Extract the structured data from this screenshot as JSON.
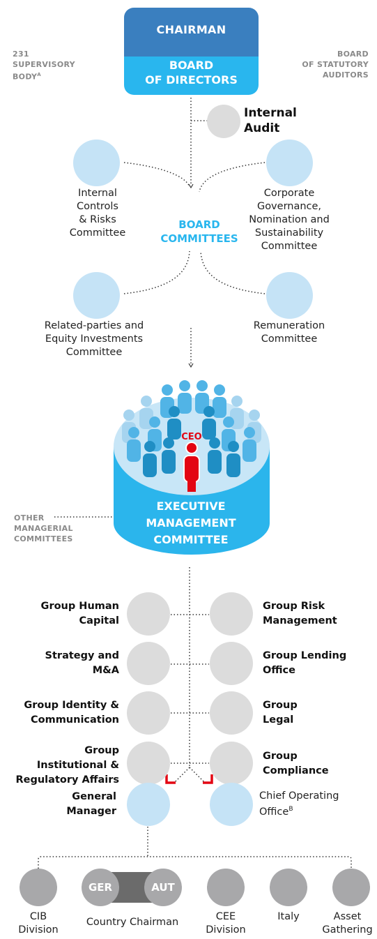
{
  "top": {
    "chairman": "CHAIRMAN",
    "board_of_directors": "BOARD\nOF DIRECTORS",
    "supervisory_body": "231\nSUPERVISORY\nBODY",
    "supervisory_body_sup": "A",
    "statutory_auditors": "BOARD\nOF STATUTORY\nAUDITORS"
  },
  "internal_audit": "Internal\nAudit",
  "board_committees": {
    "title": "BOARD\nCOMMITTEES",
    "internal_controls": "Internal\nControls\n& Risks\nCommittee",
    "corporate_governance": "Corporate\nGovernance,\nNomination and\nSustainability\nCommittee",
    "related_parties": "Related-parties and\nEquity Investments\nCommittee",
    "remuneration": "Remuneration\nCommittee"
  },
  "executive": {
    "ceo": "CEO",
    "title": "EXECUTIVE\nMANAGEMENT\nCOMMITTEE",
    "other_committees": "OTHER\nMANAGERIAL\nCOMMITTEES"
  },
  "functions_left": [
    "Group Human\nCapital",
    "Strategy and\nM&A",
    "Group Identity &\nCommunication",
    "Group\nInstitutional &\nRegulatory Affairs"
  ],
  "functions_right": [
    "Group Risk\nManagement",
    "Group Lending\nOffice",
    "Group\nLegal",
    "Group\nCompliance"
  ],
  "general_manager": "General\nManager",
  "coo": "Chief Operating\nOffice",
  "coo_sup": "B",
  "divisions": {
    "cib": "CIB\nDivision",
    "ger": "GER",
    "aut": "AUT",
    "country_chairman": "Country Chairman",
    "cee": "CEE\nDivision",
    "italy": "Italy",
    "asset_gathering": "Asset\nGathering"
  },
  "colors": {
    "chairman_blue": "#3a7fbf",
    "accent_cyan": "#29b6ee",
    "light_blue_circle": "#c5e3f6",
    "grey_circle": "#dcdcdc",
    "dark_grey_circle": "#a8a8aa",
    "ceo_red": "#e30613"
  }
}
